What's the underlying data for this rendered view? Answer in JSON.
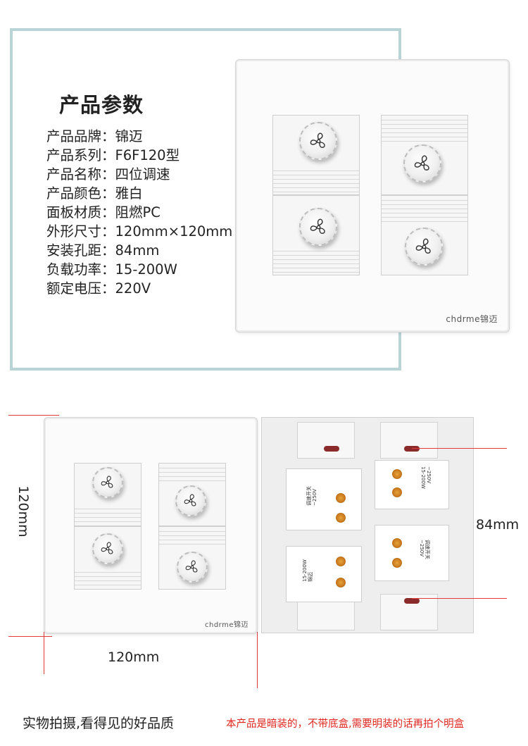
{
  "spec": {
    "title": "产品参数",
    "rows": [
      {
        "label": "产品品牌：",
        "value": "锦迈"
      },
      {
        "label": "产品系列：",
        "value": "F6F120型"
      },
      {
        "label": "产品名称：",
        "value": "四位调速"
      },
      {
        "label": "产品颜色：",
        "value": "雅白"
      },
      {
        "label": "面板材质：",
        "value": "阻燃PC"
      },
      {
        "label": "外形尺寸：",
        "value": "120mm×120mm"
      },
      {
        "label": "安装孔距：",
        "value": "84mm"
      },
      {
        "label": "负载功率：",
        "value": "15-200W"
      },
      {
        "label": "额定电压：",
        "value": "220V"
      }
    ]
  },
  "brand": "chdrme锦迈",
  "dimensions": {
    "height": "120mm",
    "width": "120mm",
    "hole": "84mm"
  },
  "module_label": {
    "line1": "调速开关",
    "line2": "~250V",
    "line3": "15-200W",
    "line4": "锦迈"
  },
  "footer": {
    "left": "实物拍摄,看得见的好品质",
    "right": "本产品是暗装的，不带底盒,需要明装的话再拍个明盒"
  },
  "colors": {
    "frame": "#b9d4d6",
    "accent_red": "#e0261f",
    "terminal": "#c8781d"
  }
}
